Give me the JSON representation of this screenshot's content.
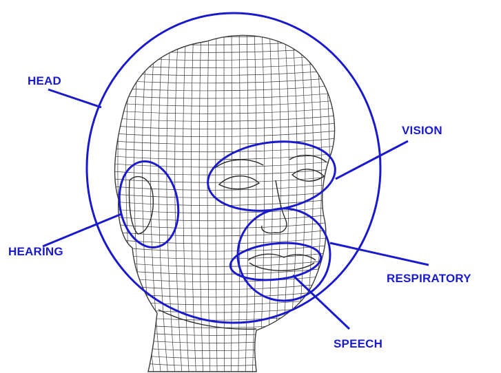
{
  "colors": {
    "accent": "#1a1acc",
    "mesh": "#3a3a3a",
    "background": "#ffffff"
  },
  "labels": {
    "head": "HEAD",
    "vision": "VISION",
    "hearing": "HEARING",
    "respiratory": "RESPIRATORY",
    "speech": "SPEECH"
  }
}
